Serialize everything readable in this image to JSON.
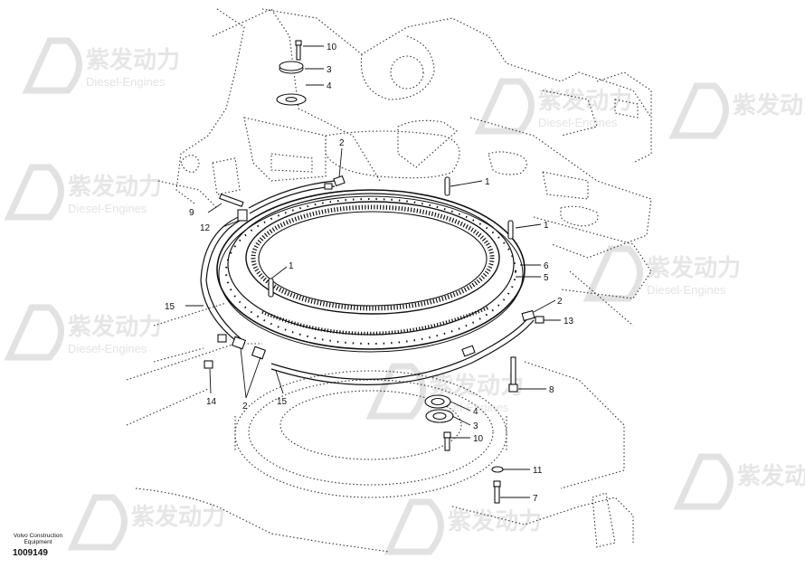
{
  "watermark": {
    "brand": "紫发动力",
    "sub": "Diesel-Engines"
  },
  "callouts": [
    "10",
    "3",
    "4",
    "2",
    "1",
    "9",
    "12",
    "1",
    "6",
    "5",
    "1",
    "15",
    "2",
    "13",
    "2",
    "14",
    "15",
    "8",
    "4",
    "3",
    "10",
    "11",
    "7"
  ],
  "footer": {
    "maker_line1": "Volvo Construction",
    "maker_line2": "Equipment",
    "reference": "1009149"
  }
}
